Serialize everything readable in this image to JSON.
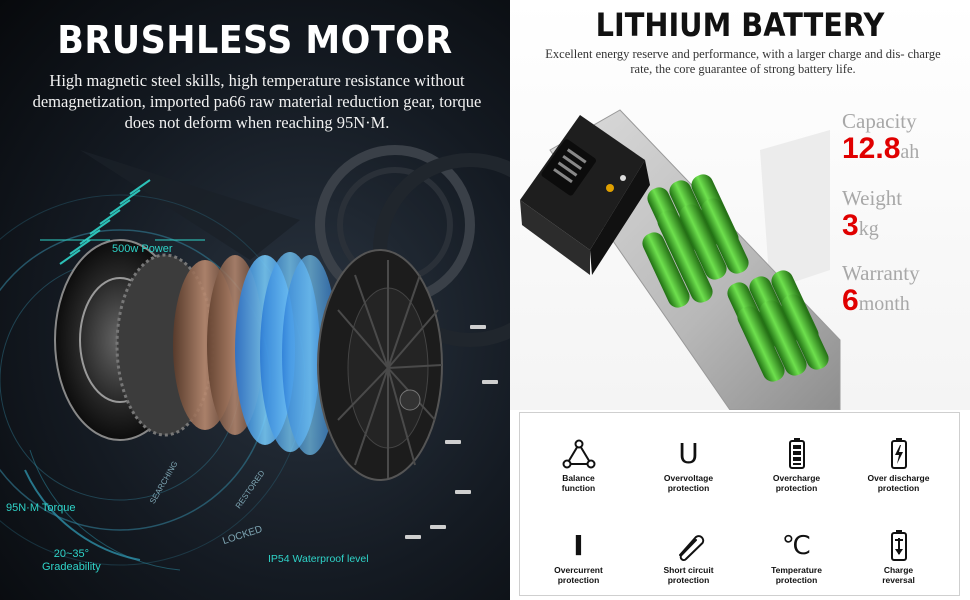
{
  "brushless": {
    "title": "BRUSHLESS MOTOR",
    "description": "High magnetic steel skills, high temperature resistance without demagnetization, imported pa66 raw material reduction gear, torque does not deform when reaching 95N·M.",
    "callouts": {
      "power": "500w Power",
      "torque": "95N·M Torque",
      "gradeability": "20~35°\nGradeability",
      "waterproof": "IP54 Waterproof level",
      "locked": "LOCKED",
      "searching": "SEARCHING",
      "restored": "RESTORED"
    }
  },
  "battery": {
    "title": "LITHIUM BATTERY",
    "description": "Excellent energy reserve and performance, with a larger charge and dis- charge rate, the core guarantee of strong battery life.",
    "specs": [
      {
        "label": "Capacity",
        "value": "12.8",
        "unit": "ah"
      },
      {
        "label": "Weight",
        "value": "3",
        "unit": "kg"
      },
      {
        "label": "Warranty",
        "value": "6",
        "unit": "month"
      }
    ]
  },
  "features": [
    {
      "icon": "balance-triangle-icon",
      "label": "Balance\nfunction"
    },
    {
      "icon": "overvoltage-u-icon",
      "label": "Overvoltage\nprotection"
    },
    {
      "icon": "overcharge-battery-icon",
      "label": "Overcharge\nprotection"
    },
    {
      "icon": "over-discharge-battery-icon",
      "label": "Over discharge\nprotection"
    },
    {
      "icon": "overcurrent-i-icon",
      "label": "Overcurrent\nprotection"
    },
    {
      "icon": "short-circuit-paperclip-icon",
      "label": "Short circuit\nprotection"
    },
    {
      "icon": "temperature-celsius-icon",
      "label": "Temperature\nprotection"
    },
    {
      "icon": "charge-reversal-battery-icon",
      "label": "Charge\nreversal"
    }
  ],
  "glyphs": {
    "u": "U",
    "i": "I",
    "c": "℃"
  },
  "colors": {
    "accent_red": "#e00000",
    "callout_teal": "#2fd3c8",
    "battery_green": "#3fbf2a"
  }
}
